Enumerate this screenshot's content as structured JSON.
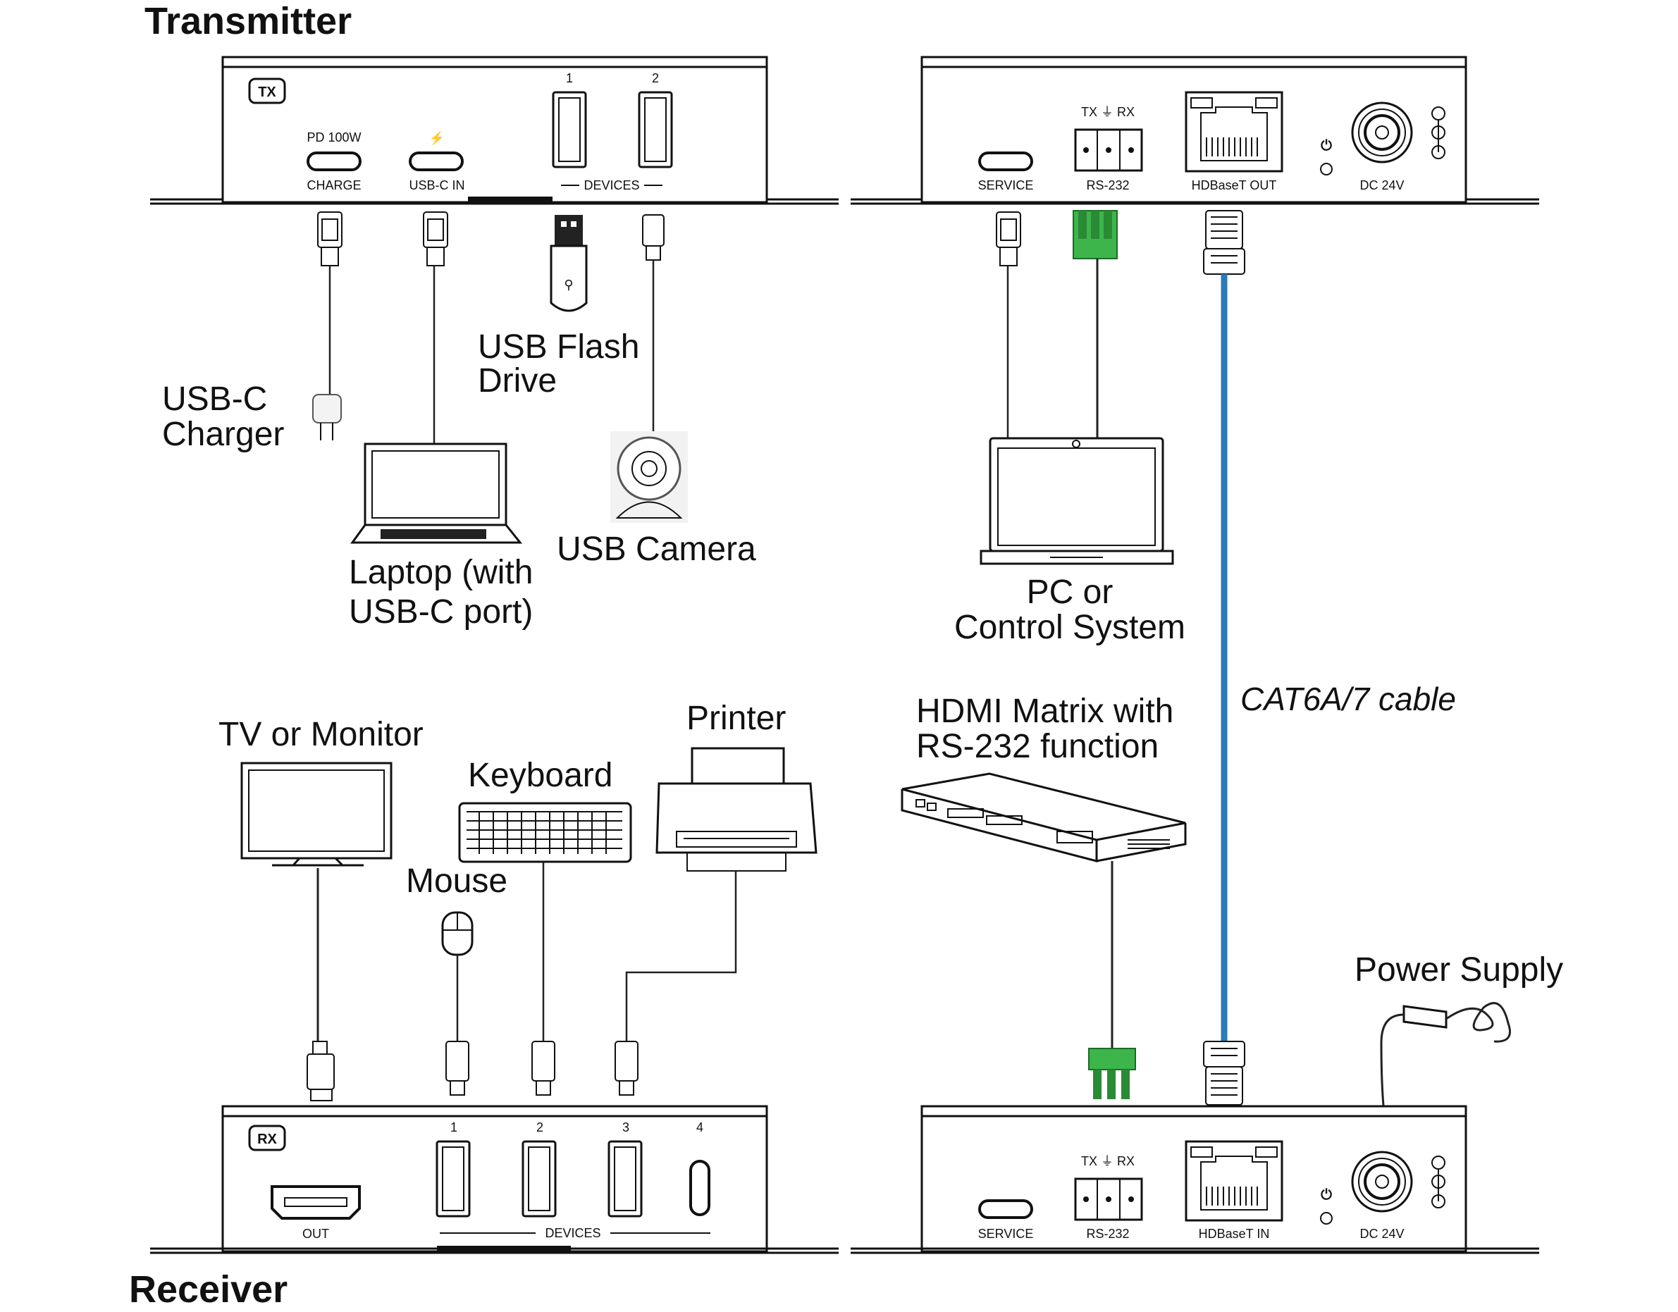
{
  "titles": {
    "transmitter": "Transmitter",
    "receiver": "Receiver"
  },
  "tx_panel": {
    "badge": "TX",
    "pd": "PD 100W",
    "charge": "CHARGE",
    "bolt": "⚡",
    "usbc_in": "USB-C IN",
    "devices": "DEVICES",
    "port1": "1",
    "port2": "2"
  },
  "tx_back": {
    "service": "SERVICE",
    "rs232_top": "TX ⏚ RX",
    "rs232": "RS-232",
    "hdbaset": "HDBaseT OUT",
    "dc": "DC 24V"
  },
  "rx_panel": {
    "badge": "RX",
    "out": "OUT",
    "devices": "DEVICES",
    "port1": "1",
    "port2": "2",
    "port3": "3",
    "port4": "4"
  },
  "rx_back": {
    "service": "SERVICE",
    "rs232_top": "TX ⏚ RX",
    "rs232": "RS-232",
    "hdbaset": "HDBaseT IN",
    "dc": "DC 24V"
  },
  "devices": {
    "charger": [
      "USB-C",
      "Charger"
    ],
    "laptop": [
      "Laptop (with",
      "USB-C port)"
    ],
    "flash": [
      "USB Flash",
      "Drive"
    ],
    "camera": "USB Camera",
    "pc": [
      "PC or",
      "Control System"
    ],
    "cable": "CAT6A/7 cable",
    "matrix": [
      "HDMI Matrix with",
      "RS-232 function"
    ],
    "tv": "TV or Monitor",
    "keyboard": "Keyboard",
    "printer": "Printer",
    "mouse": "Mouse",
    "power": "Power Supply"
  },
  "colors": {
    "cable": "#2b7bb6",
    "terminal": "#3db54a"
  }
}
